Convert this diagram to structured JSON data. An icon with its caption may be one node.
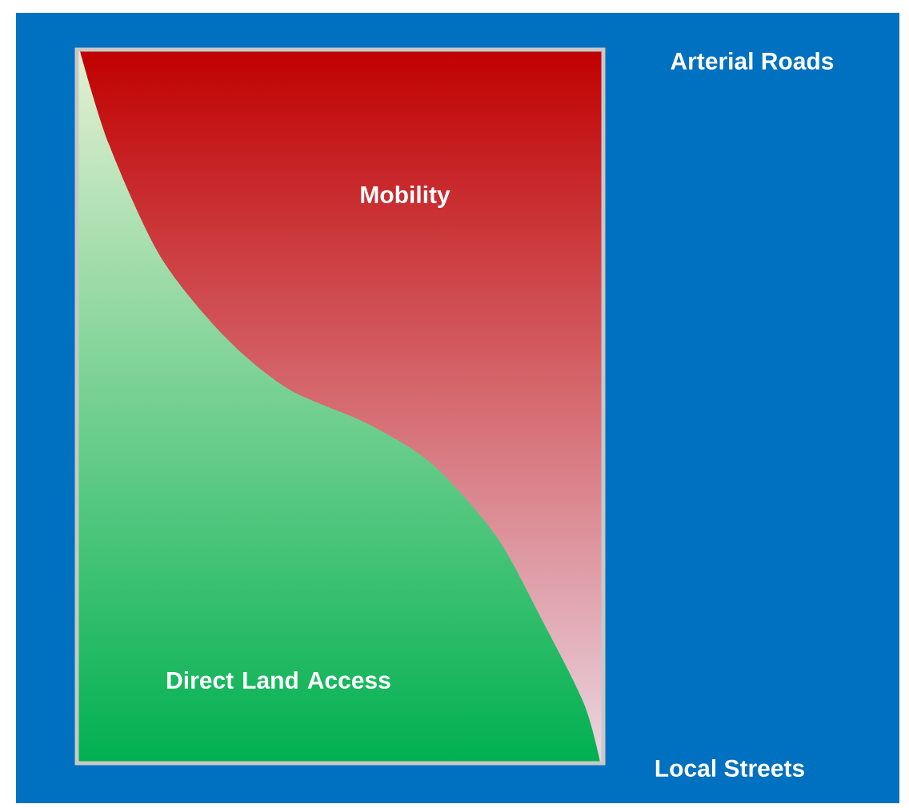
{
  "diagram": {
    "labels": [
      "Arterial Roads",
      "Mobility",
      "Direct Land Access",
      "Local Streets"
    ]
  }
}
